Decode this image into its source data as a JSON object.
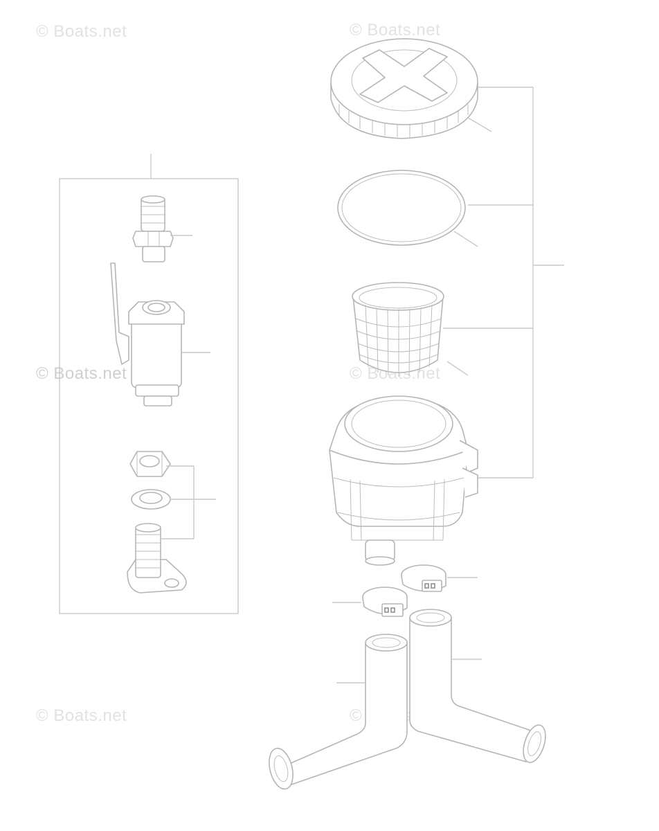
{
  "watermark": {
    "text": "© Boats.net"
  },
  "diagram": {
    "parts": [
      "strainer-cap",
      "o-ring",
      "strainer-basket",
      "strainer-body",
      "hose-clamp-upper",
      "hose-clamp-lower",
      "hose-left",
      "hose-right",
      "hose-barb-fitting",
      "ball-valve",
      "lock-nut",
      "washer",
      "thru-hull-fitting"
    ]
  }
}
